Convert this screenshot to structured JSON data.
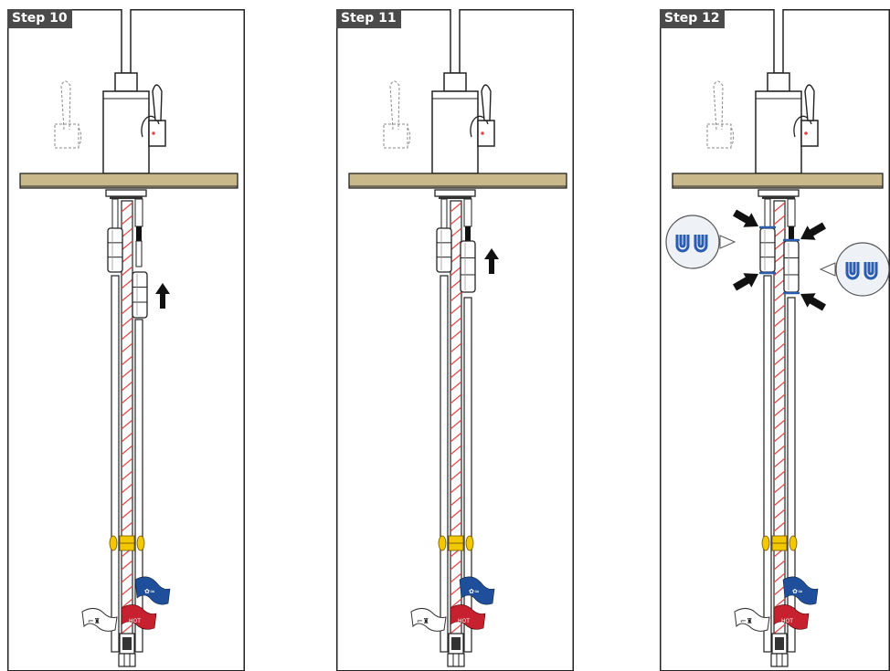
{
  "steps": [
    {
      "label": "Step 10"
    },
    {
      "label": "Step 11"
    },
    {
      "label": "Step 12"
    }
  ],
  "colors": {
    "countertop": "#c9b98a",
    "hot_stripe": "#e04848",
    "flag_blue": "#1f4e9a",
    "flag_red": "#c7202f",
    "clamp_yellow": "#f3c800",
    "clip_blue": "#2a5db0",
    "label_bg": "#4a4a4a",
    "line": "#222222"
  },
  "icons": [
    "arrow-up-icon",
    "arrow-in-icon",
    "clip-callout-icon",
    "flag-icon"
  ]
}
